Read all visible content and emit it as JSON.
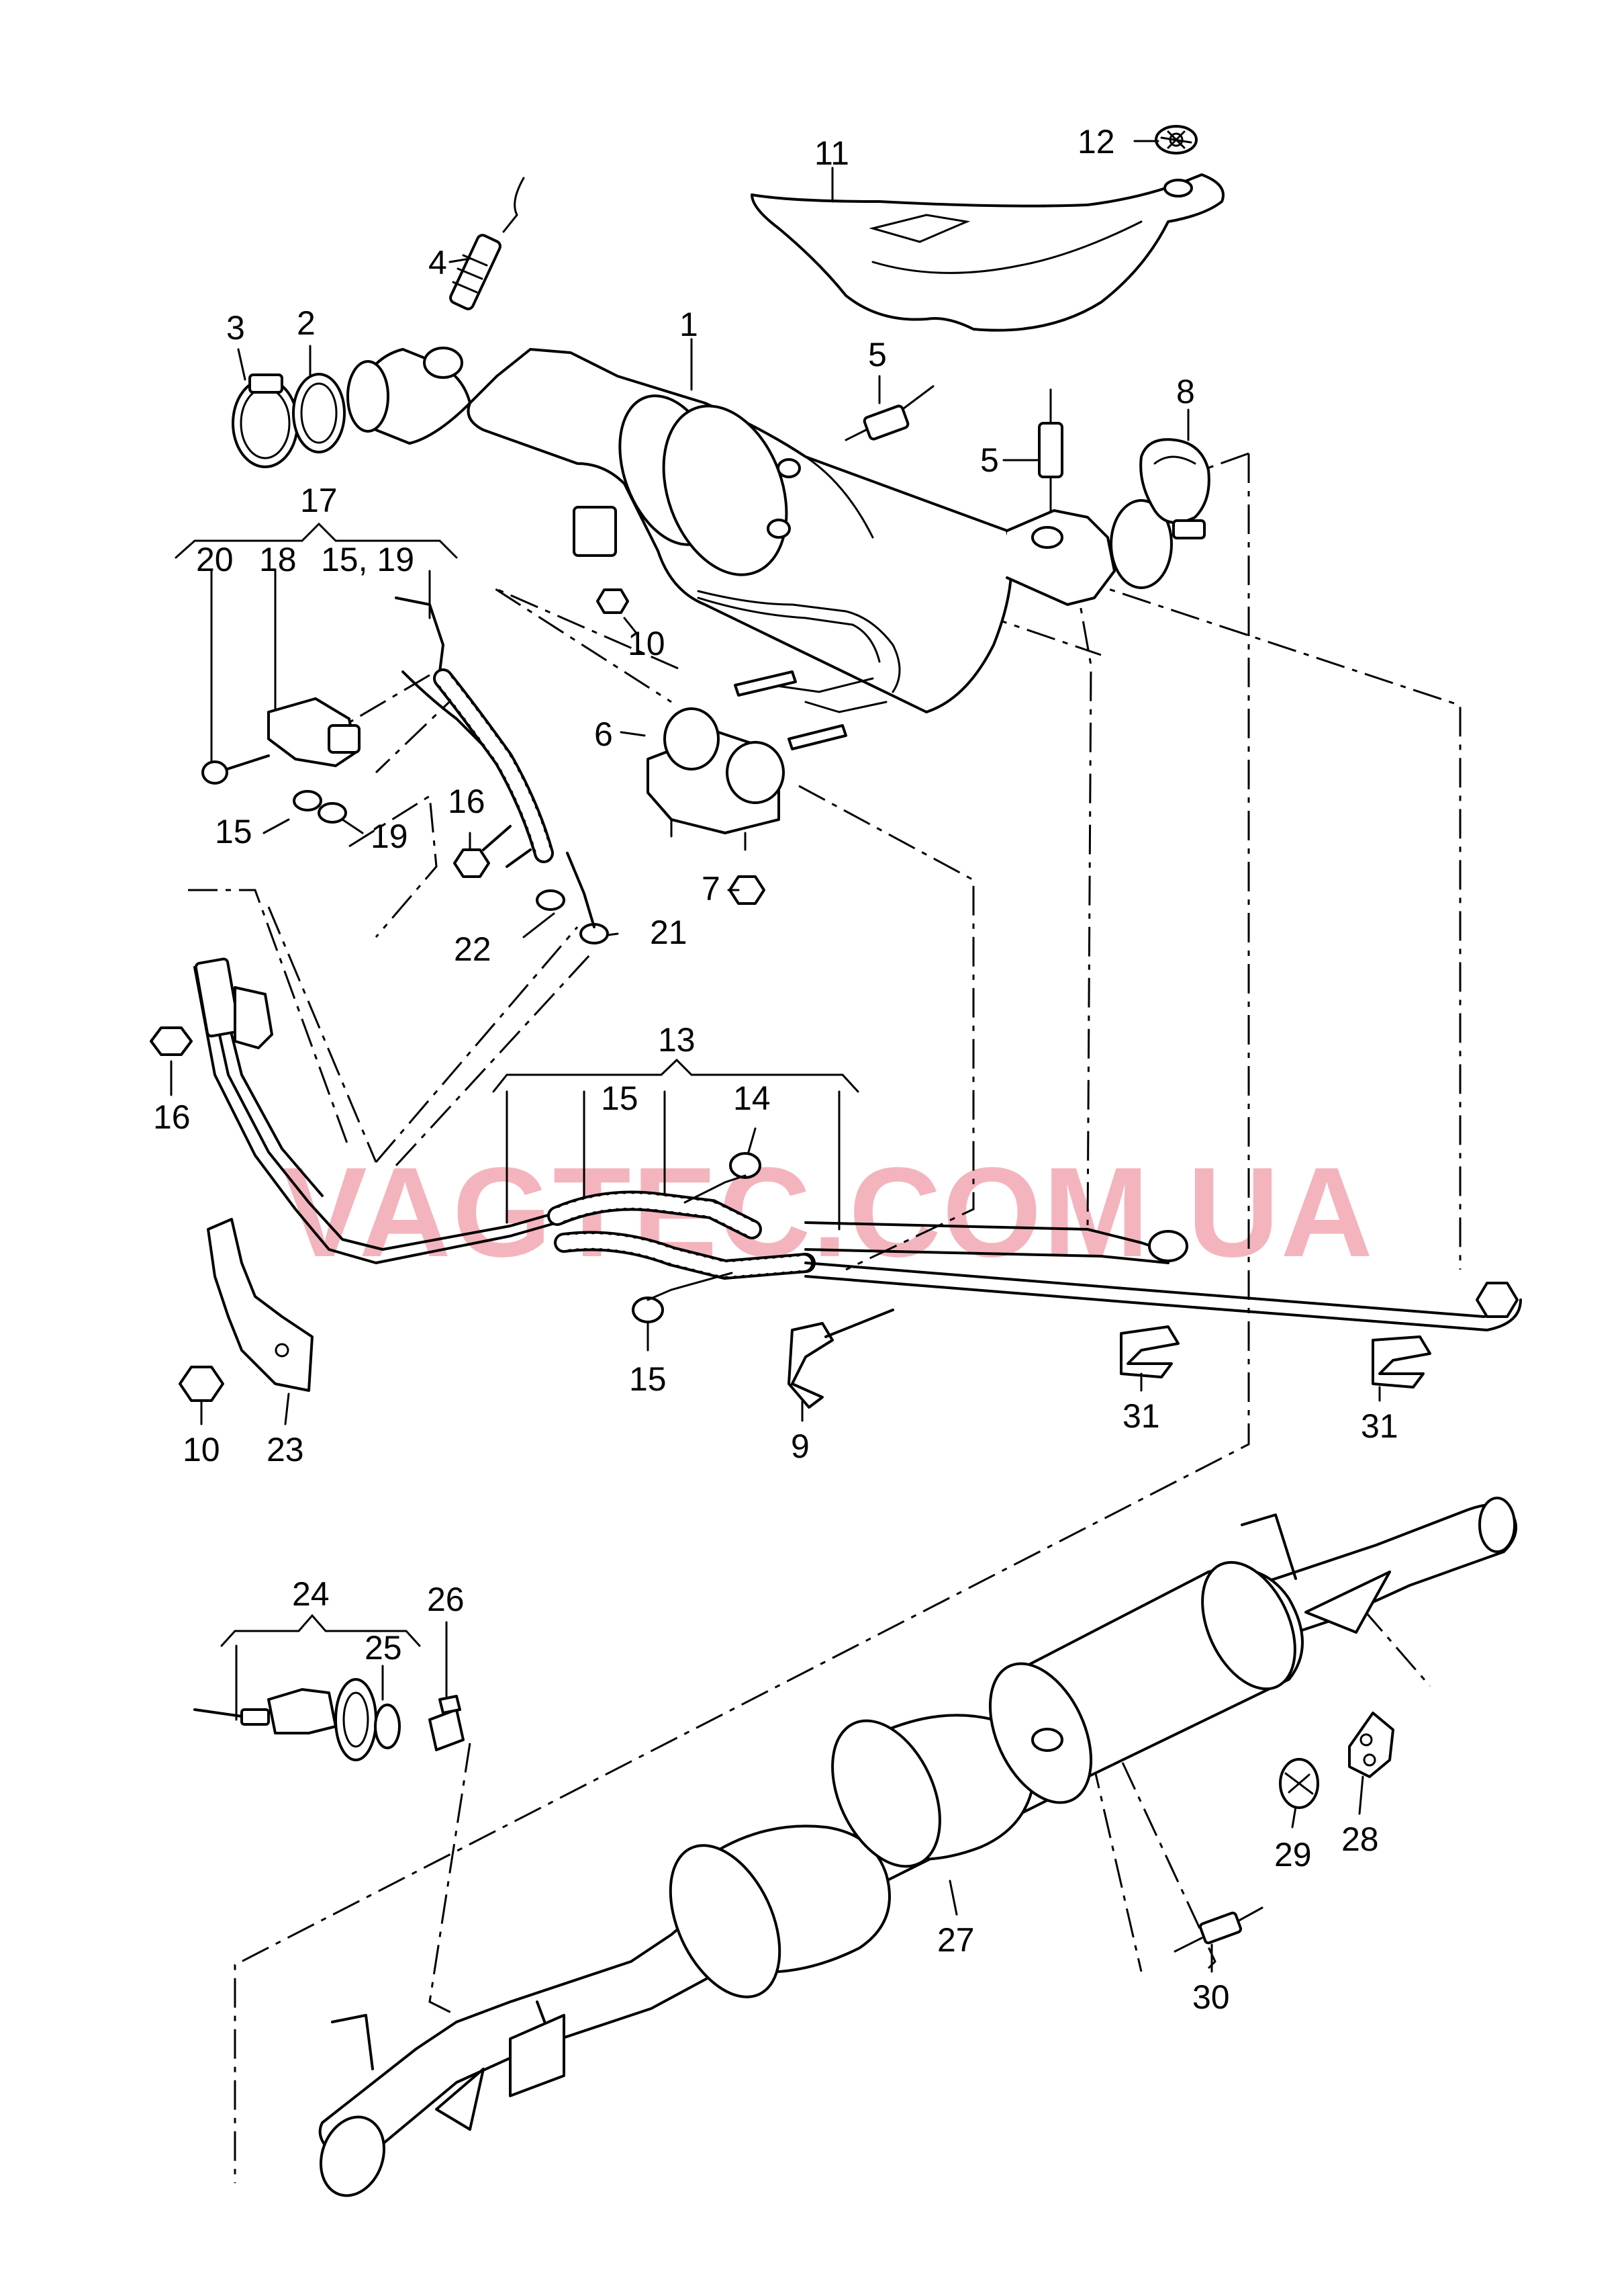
{
  "watermark": "VAGTEC.COM.UA",
  "callouts": [
    {
      "id": "c1",
      "text": "1"
    },
    {
      "id": "c2",
      "text": "2"
    },
    {
      "id": "c3",
      "text": "3"
    },
    {
      "id": "c4",
      "text": "4"
    },
    {
      "id": "c5a",
      "text": "5"
    },
    {
      "id": "c5b",
      "text": "5"
    },
    {
      "id": "c6",
      "text": "6"
    },
    {
      "id": "c7",
      "text": "7"
    },
    {
      "id": "c8",
      "text": "8"
    },
    {
      "id": "c9",
      "text": "9"
    },
    {
      "id": "c10a",
      "text": "10"
    },
    {
      "id": "c10b",
      "text": "10"
    },
    {
      "id": "c11",
      "text": "11"
    },
    {
      "id": "c12",
      "text": "12"
    },
    {
      "id": "c13",
      "text": "13"
    },
    {
      "id": "c14",
      "text": "14"
    },
    {
      "id": "c15a",
      "text": "15"
    },
    {
      "id": "c15b",
      "text": "15"
    },
    {
      "id": "c15c",
      "text": "15"
    },
    {
      "id": "c1519",
      "text": "15, 19"
    },
    {
      "id": "c16a",
      "text": "16"
    },
    {
      "id": "c16b",
      "text": "16"
    },
    {
      "id": "c17",
      "text": "17"
    },
    {
      "id": "c18",
      "text": "18"
    },
    {
      "id": "c19",
      "text": "19"
    },
    {
      "id": "c20",
      "text": "20"
    },
    {
      "id": "c21",
      "text": "21"
    },
    {
      "id": "c22",
      "text": "22"
    },
    {
      "id": "c23",
      "text": "23"
    },
    {
      "id": "c24",
      "text": "24"
    },
    {
      "id": "c25",
      "text": "25"
    },
    {
      "id": "c26",
      "text": "26"
    },
    {
      "id": "c27",
      "text": "27"
    },
    {
      "id": "c28",
      "text": "28"
    },
    {
      "id": "c29",
      "text": "29"
    },
    {
      "id": "c30",
      "text": "30"
    },
    {
      "id": "c31a",
      "text": "31"
    },
    {
      "id": "c31b",
      "text": "31"
    }
  ]
}
